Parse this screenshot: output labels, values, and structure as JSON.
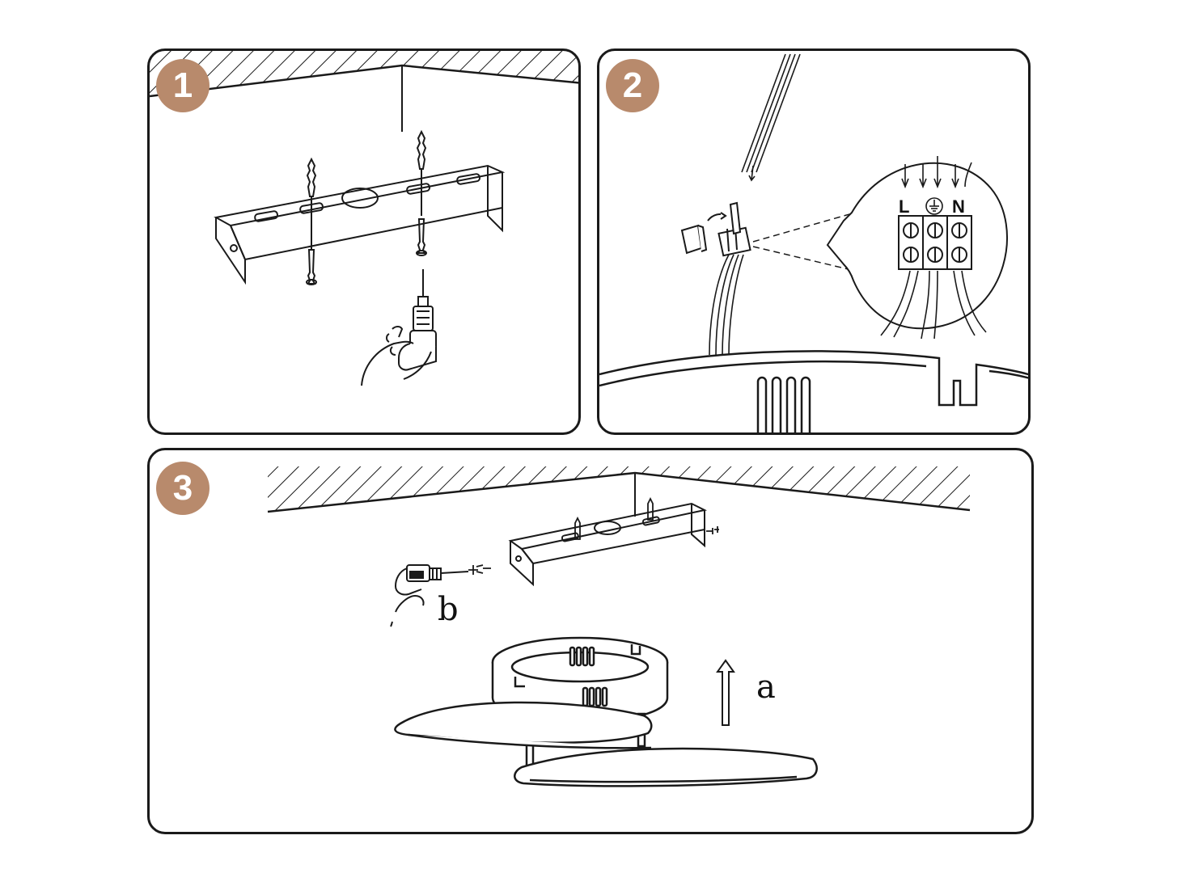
{
  "colors": {
    "badge": "#b88a6c",
    "line": "#1a1a1a"
  },
  "steps": [
    {
      "number": "1"
    },
    {
      "number": "2",
      "terminals": [
        "L",
        "N"
      ],
      "ground_icon": "ground-symbol-icon"
    },
    {
      "number": "3",
      "label_a": "a",
      "label_b": "b"
    }
  ]
}
